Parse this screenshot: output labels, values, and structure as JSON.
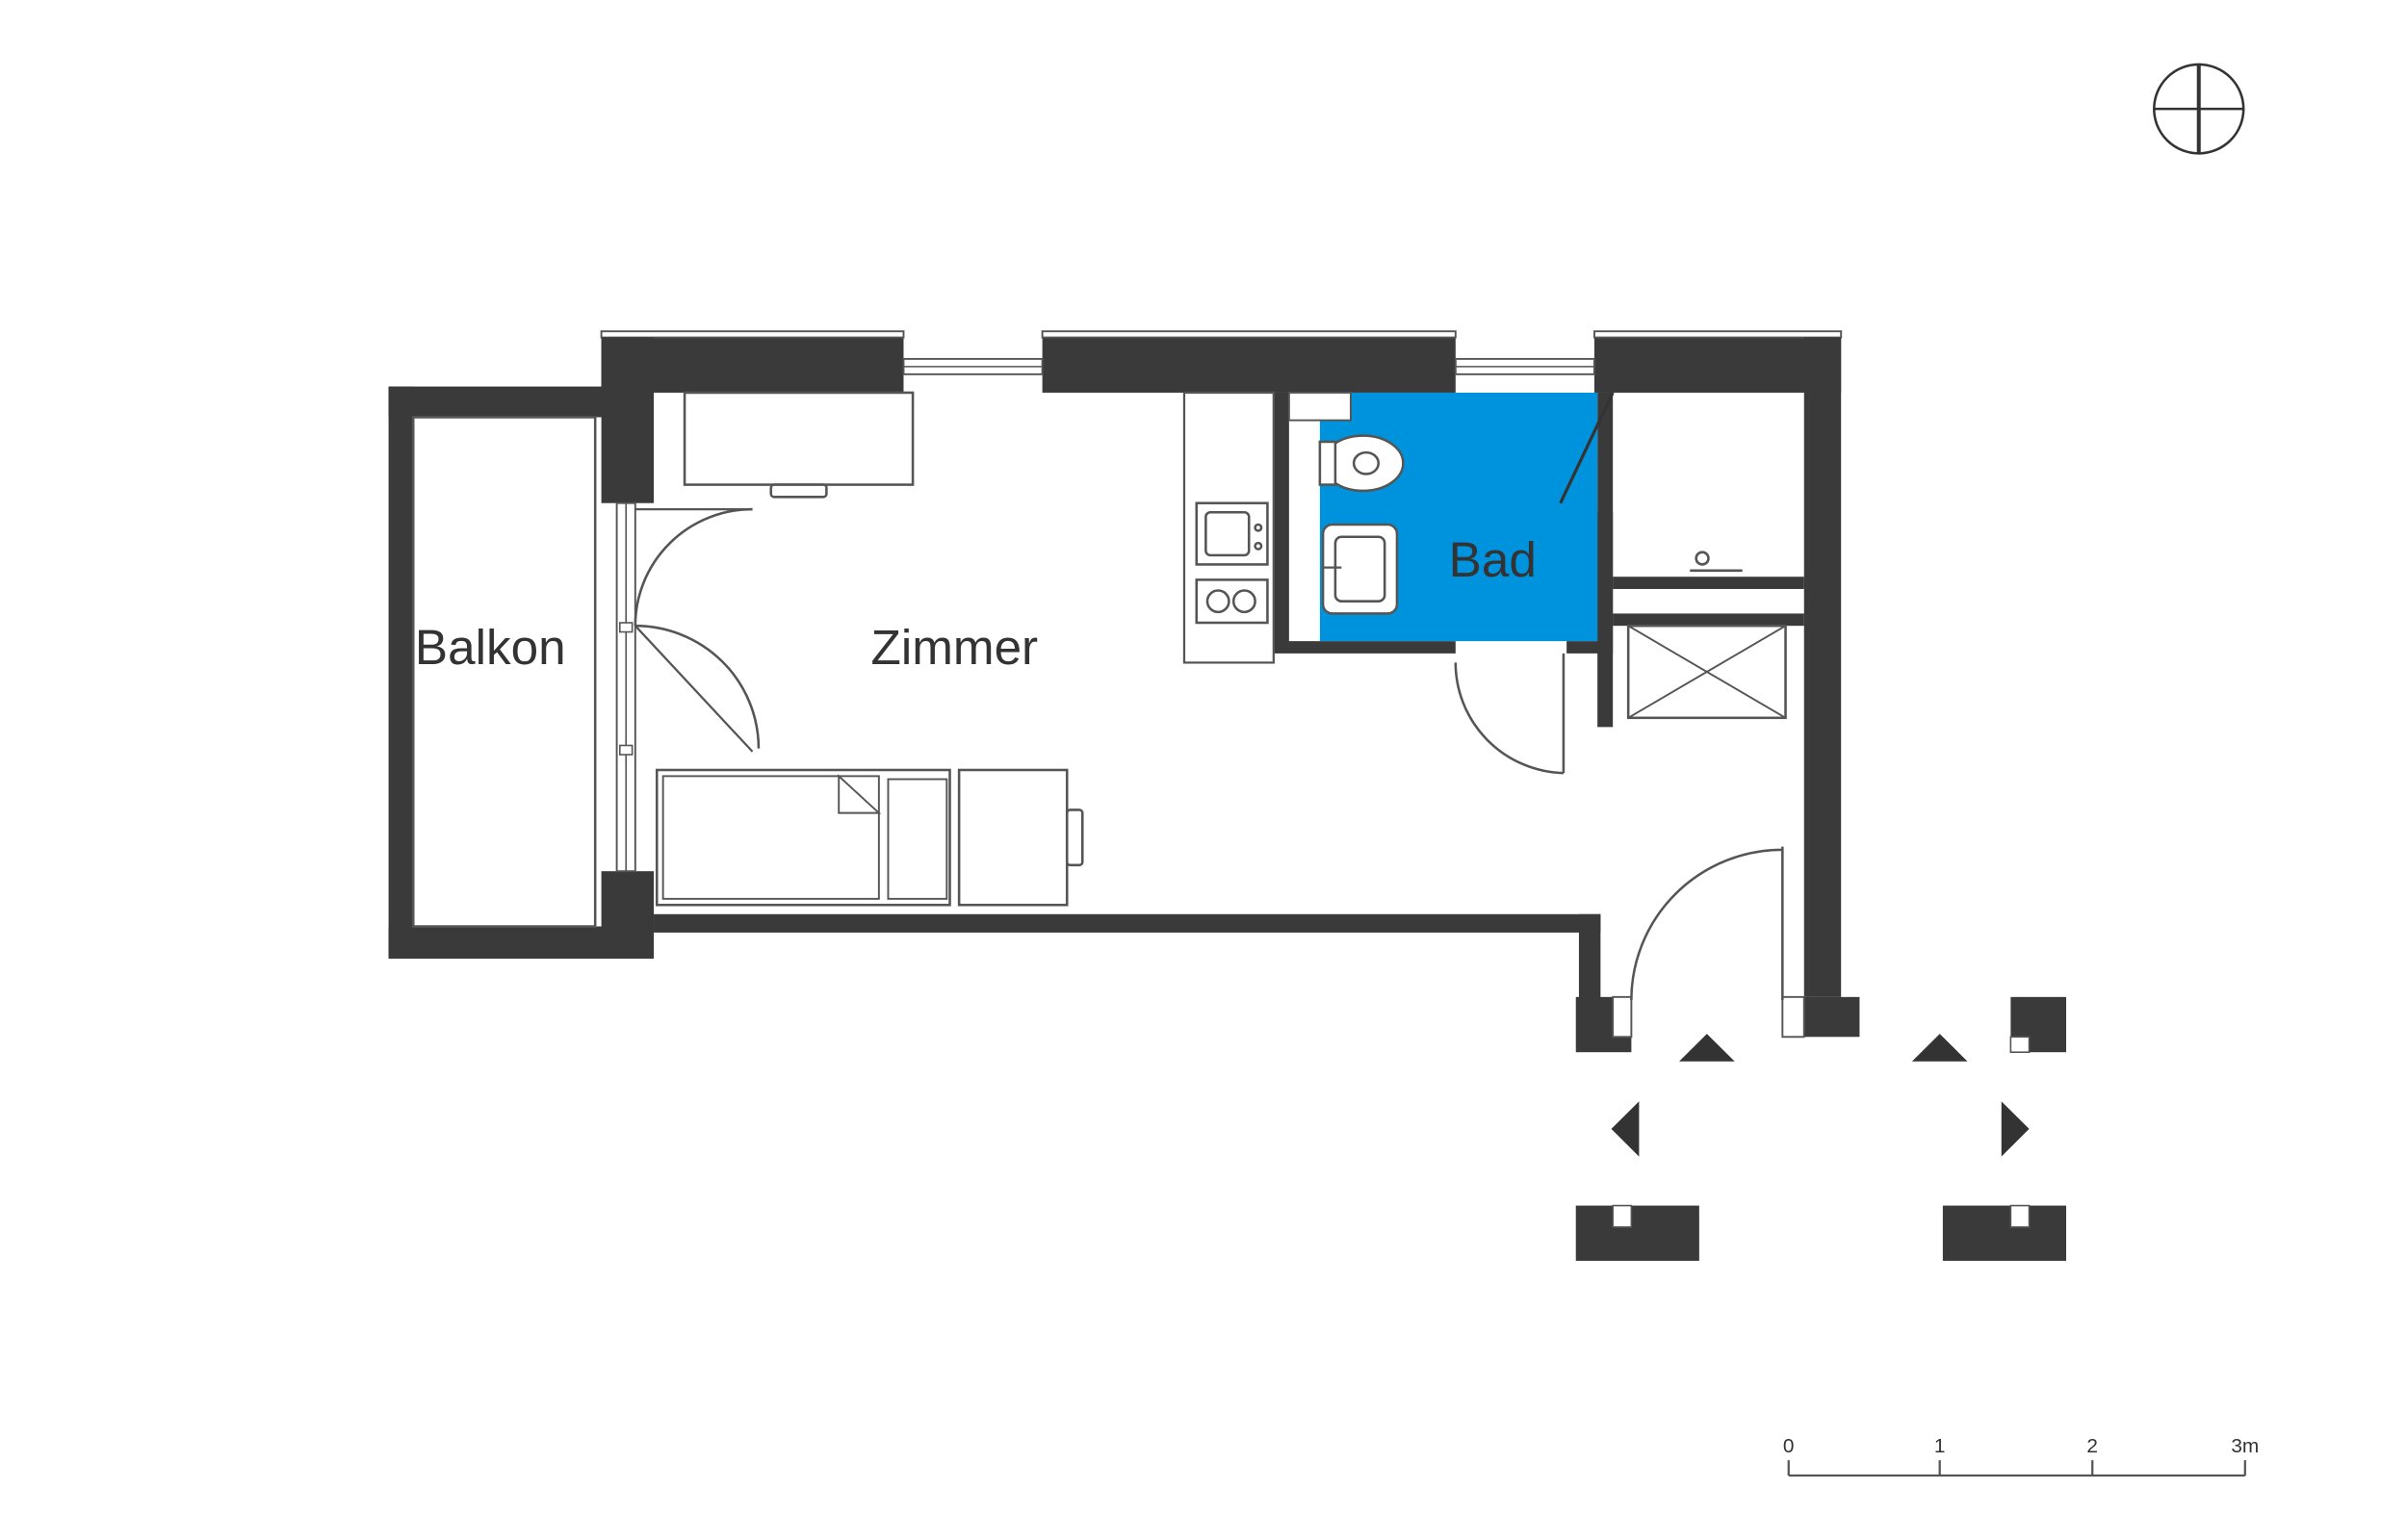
{
  "plan": {
    "rooms": {
      "balkon": "Balkon",
      "zimmer": "Zimmer",
      "bad": "Bad"
    },
    "scale_bar": {
      "ticks": [
        "0",
        "1",
        "2",
        "3m"
      ]
    },
    "colors": {
      "wall": "#3a3a3a",
      "bathroom_fill": "#0093dd",
      "line": "#555555",
      "text": "#333333"
    },
    "icons": [
      "north-arrow-icon",
      "toilet-icon",
      "sink-icon",
      "stove-icon",
      "shower-icon",
      "bed-icon",
      "desk-icon",
      "chair-icon",
      "door-icon",
      "window-icon",
      "arrow-icon"
    ]
  }
}
